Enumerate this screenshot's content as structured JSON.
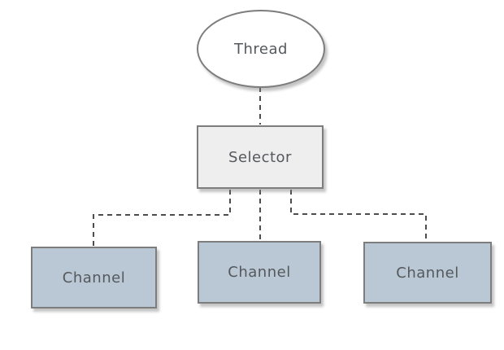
{
  "diagram": {
    "title": "thread-selector-channel-diagram",
    "colors": {
      "background": "#ffffff",
      "border": "#7d7d7d",
      "connector": "#4d4d4d",
      "text": "#55585c",
      "thread_fill": "#ffffff",
      "selector_fill": "#eeeeee",
      "channel_fill": "#b9c8d4"
    },
    "nodes": {
      "thread": {
        "label": "Thread",
        "shape": "ellipse",
        "fill": "#ffffff"
      },
      "selector": {
        "label": "Selector",
        "shape": "rect",
        "fill": "#eeeeee"
      },
      "channel1": {
        "label": "Channel",
        "shape": "rect",
        "fill": "#b9c8d4"
      },
      "channel2": {
        "label": "Channel",
        "shape": "rect",
        "fill": "#b9c8d4"
      },
      "channel3": {
        "label": "Channel",
        "shape": "rect",
        "fill": "#b9c8d4"
      }
    },
    "edges": [
      {
        "from": "thread",
        "to": "selector",
        "style": "dashed"
      },
      {
        "from": "selector",
        "to": "channel1",
        "style": "dashed"
      },
      {
        "from": "selector",
        "to": "channel2",
        "style": "dashed"
      },
      {
        "from": "selector",
        "to": "channel3",
        "style": "dashed"
      }
    ]
  }
}
